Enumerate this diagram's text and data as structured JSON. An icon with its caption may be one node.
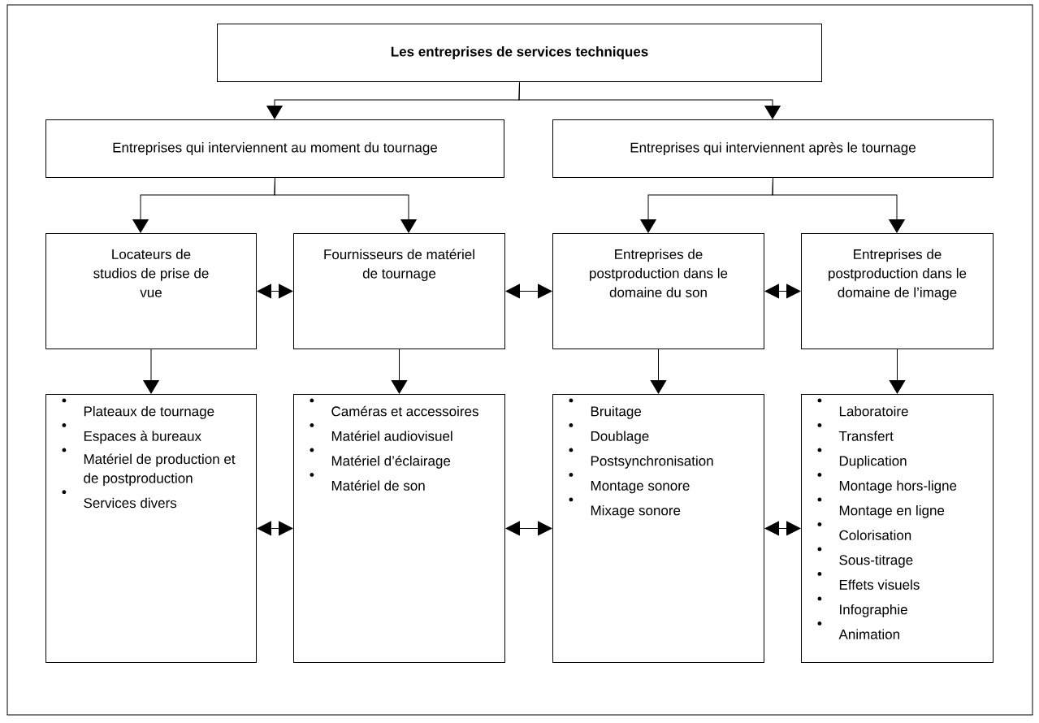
{
  "diagram": {
    "nodes": [
      {
        "text": [
          "Les entreprises de services techniques"
        ]
      },
      {
        "text": [
          "Entreprises qui interviennent au moment du tournage"
        ]
      },
      {
        "text": [
          "Entreprises qui interviennent après le tournage"
        ]
      },
      {
        "text": [
          "Locateurs de studios de prise de vue"
        ]
      },
      {
        "text": [
          "Fournisseurs de matériel de tournage"
        ]
      },
      {
        "text": [
          "Entreprises de postproduction dans le domaine du son"
        ]
      },
      {
        "text": [
          "Entreprises de postproduction dans le domaine de l’image"
        ]
      },
      {
        "text": [
          "Plateaux de tournage",
          "Espaces à bureaux",
          "Matériel de production et de postproduction",
          "Services divers"
        ]
      },
      {
        "text": [
          "Caméras et accessoires",
          "Matériel audiovisuel",
          "Matériel d’éclairage",
          "Matériel de son"
        ]
      },
      {
        "text": [
          "Bruitage",
          "Doublage",
          "Postsynchronisation",
          "Montage sonore",
          "Mixage sonore"
        ]
      },
      {
        "text": [
          "Laboratoire",
          "Transfert",
          "Duplication",
          "Montage hors-ligne",
          "Montage en ligne",
          "Colorisation",
          "Sous-titrage",
          "Effets visuels",
          "Infographie",
          "Animation"
        ]
      }
    ],
    "edges": [
      {
        "from": 0,
        "to": 1,
        "arrow": "to"
      },
      {
        "from": 0,
        "to": 2,
        "arrow": "to"
      },
      {
        "from": 1,
        "to": 3,
        "arrow": "to"
      },
      {
        "from": 1,
        "to": 4,
        "arrow": "to"
      },
      {
        "from": 2,
        "to": 5,
        "arrow": "to"
      },
      {
        "from": 2,
        "to": 6,
        "arrow": "to"
      },
      {
        "from": 3,
        "to": 7,
        "arrow": "to"
      },
      {
        "from": 4,
        "to": 8,
        "arrow": "to"
      },
      {
        "from": 5,
        "to": 9,
        "arrow": "to"
      },
      {
        "from": 6,
        "to": 10,
        "arrow": "to"
      },
      {
        "from": 3,
        "to": 4,
        "arrow": "both"
      },
      {
        "from": 4,
        "to": 5,
        "arrow": "both"
      },
      {
        "from": 5,
        "to": 6,
        "arrow": "both"
      },
      {
        "from": 7,
        "to": 8,
        "arrow": "both"
      },
      {
        "from": 8,
        "to": 9,
        "arrow": "both"
      },
      {
        "from": 9,
        "to": 10,
        "arrow": "both"
      }
    ]
  }
}
